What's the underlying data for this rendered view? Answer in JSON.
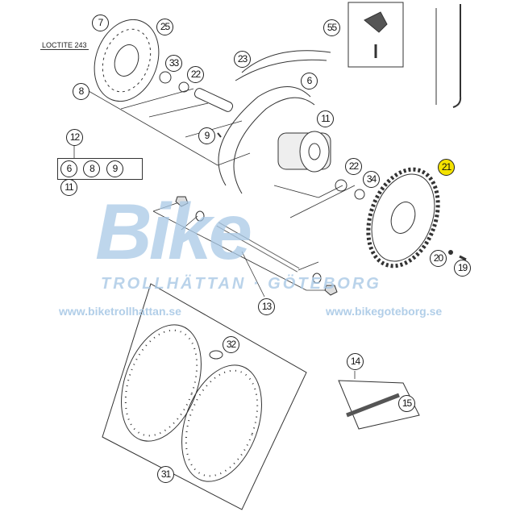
{
  "diagram": {
    "loctite_label": "LOCTITE 243",
    "callouts": {
      "c7": "7",
      "c25": "25",
      "c33": "33",
      "c22a": "22",
      "c8": "8",
      "c9": "9",
      "c12": "12",
      "c23": "23",
      "c6": "6",
      "c11": "11",
      "c22b": "22",
      "c34": "34",
      "c21": "21",
      "c20": "20",
      "c19": "19",
      "c13": "13",
      "c32": "32",
      "c14": "14",
      "c15": "15",
      "c31": "31",
      "c55": "55"
    },
    "group_12_items": [
      "6",
      "8",
      "9",
      "11"
    ],
    "highlight_color": "#f4e200"
  },
  "watermark": {
    "brand": "Bike",
    "subtitle": "TROLLHÄTTAN · GÖTEBORG",
    "url_left": "www.biketrollhattan.se",
    "url_right": "www.bikegoteborg.se"
  }
}
